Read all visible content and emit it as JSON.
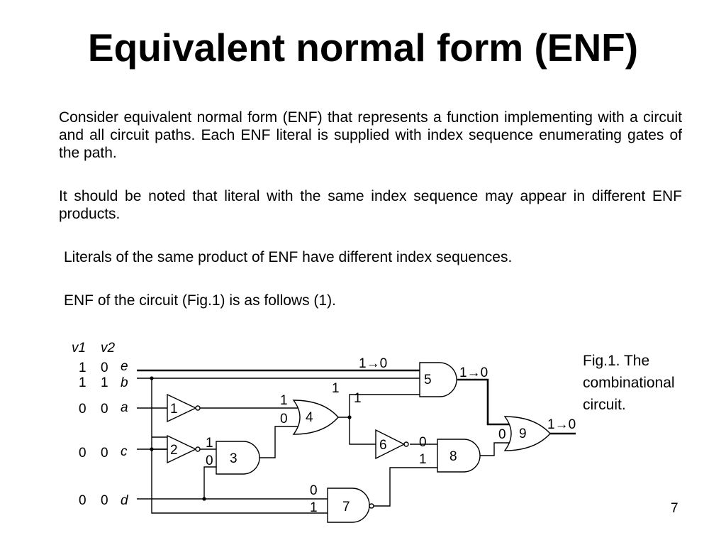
{
  "slide": {
    "title": "Equivalent normal form (ENF)",
    "paragraphs": [
      "Consider equivalent normal form (ENF) that represents a function implementing with a circuit and all circuit paths. Each ENF literal is supplied with index sequence enumerating gates of the path.",
      "It should be noted that literal with the same index sequence may appear in different ENF products.",
      "Literals of the same product of ENF have different index sequences.",
      "ENF of the circuit (Fig.1) is as follows (1)."
    ],
    "caption": "Fig.1. The combinational circuit.",
    "page_number": "7"
  },
  "diagram": {
    "vector_headers": [
      "v1",
      "v2"
    ],
    "inputs": [
      {
        "name": "e",
        "v1": "1",
        "v2": "0"
      },
      {
        "name": "b",
        "v1": "1",
        "v2": "1"
      },
      {
        "name": "a",
        "v1": "0",
        "v2": "0"
      },
      {
        "name": "c",
        "v1": "0",
        "v2": "0"
      },
      {
        "name": "d",
        "v1": "0",
        "v2": "0"
      }
    ],
    "gates": [
      {
        "id": "1",
        "type": "NOT"
      },
      {
        "id": "2",
        "type": "NOT"
      },
      {
        "id": "3",
        "type": "AND"
      },
      {
        "id": "4",
        "type": "OR"
      },
      {
        "id": "5",
        "type": "AND"
      },
      {
        "id": "6",
        "type": "NOT"
      },
      {
        "id": "7",
        "type": "NAND"
      },
      {
        "id": "8",
        "type": "AND"
      },
      {
        "id": "9",
        "type": "OR"
      }
    ],
    "labels": {
      "e_wire": "1→0",
      "g5_out": "1→0",
      "g9_out": "1→0",
      "b_to_g5": "1",
      "g4_in_top": "1",
      "g4_in_bot": "0",
      "g3_in_top": "1",
      "g3_in_bot": "0",
      "g4_out": "1",
      "g6_out": "0",
      "g8_in_bot": "1",
      "g7_in_top": "0",
      "g7_in_bot": "1",
      "g9_in_bot": "0"
    },
    "colors": {
      "line": "#000000",
      "background": "#ffffff"
    }
  }
}
